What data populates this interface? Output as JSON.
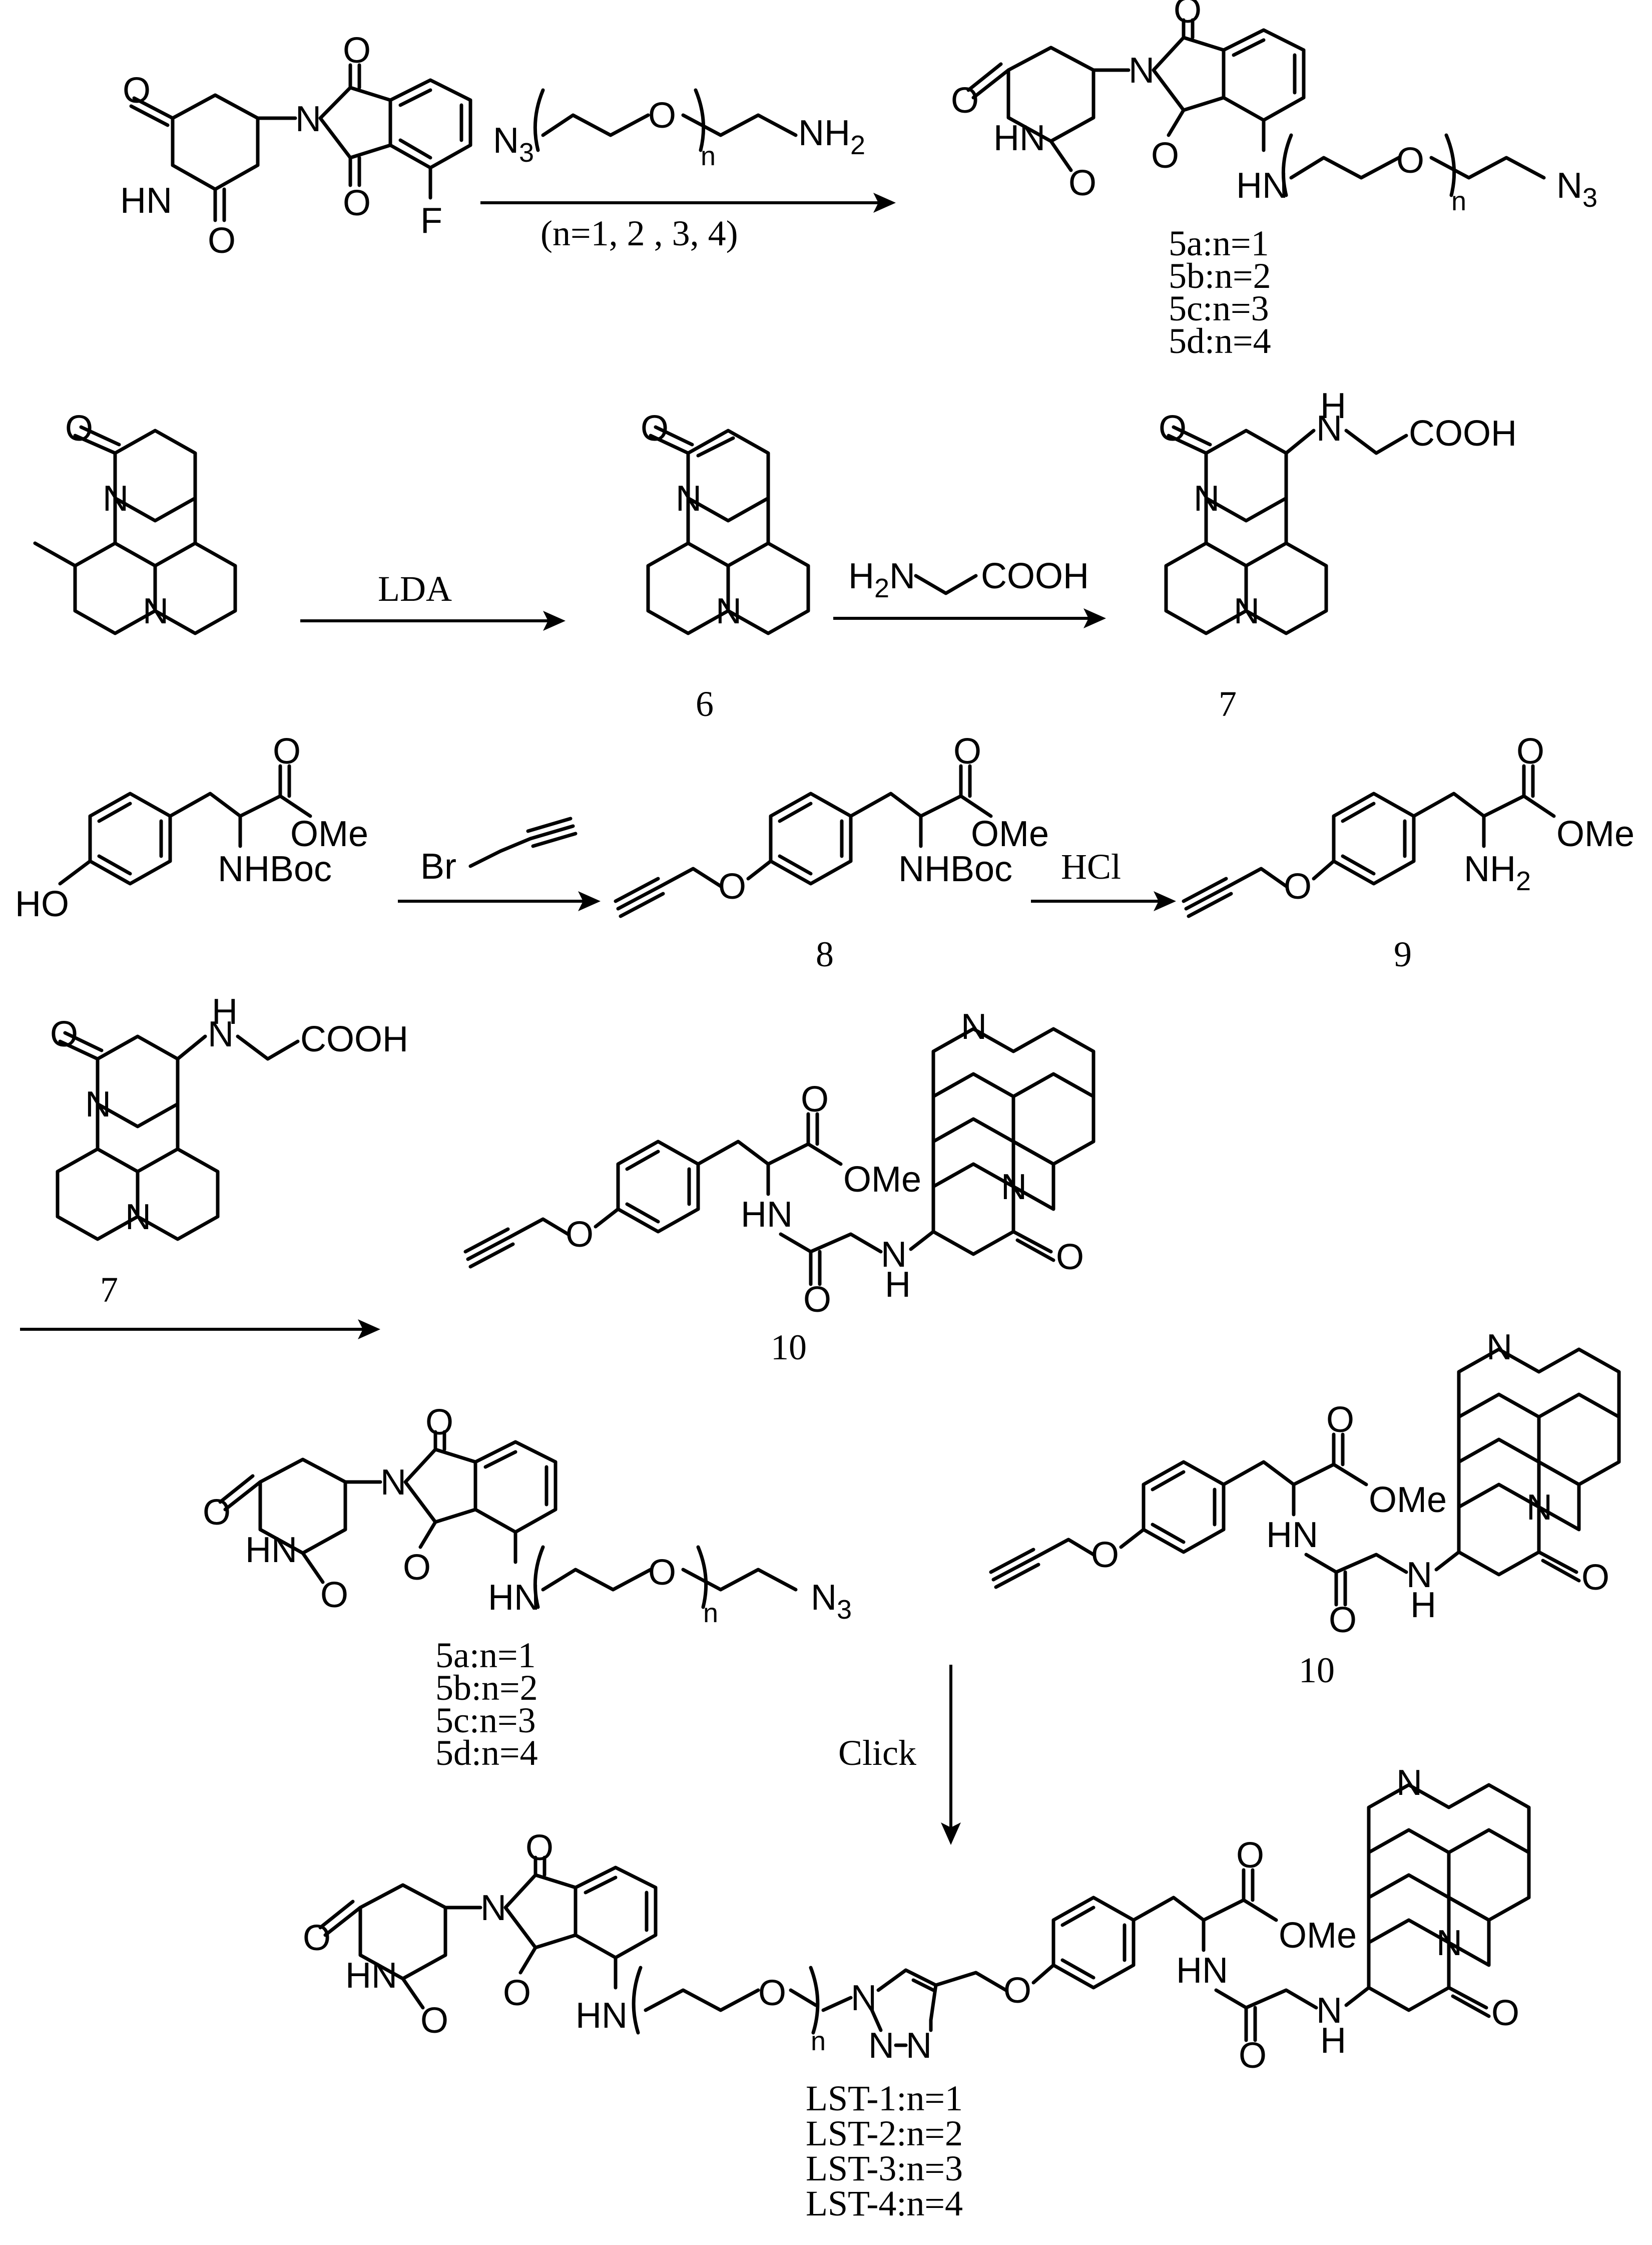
{
  "reactions": {
    "r1": {
      "reagent_formula": "N3–(CH2CH2O)n–CH2CH2–NH2",
      "conditions": "(n=1, 2 , 3, 4)"
    },
    "r2": {
      "reagent": "LDA"
    },
    "r3": {
      "reagent_formula": "H2N–CH2–COOH"
    },
    "r5": {
      "reagent": "HCl"
    },
    "r7": {
      "reagent": "Click"
    }
  },
  "compounds": {
    "c5": {
      "variants": [
        "5a:n=1",
        "5b:n=2",
        "5c:n=3",
        "5d:n=4"
      ]
    },
    "c6": {
      "label": "6"
    },
    "c7": {
      "label": "7"
    },
    "c8": {
      "label": "8"
    },
    "c9": {
      "label": "9"
    },
    "c10": {
      "label": "10"
    },
    "c7b": {
      "label": "7"
    },
    "c5b": {
      "variants": [
        "5a:n=1",
        "5b:n=2",
        "5c:n=3",
        "5d:n=4"
      ]
    },
    "c10b": {
      "label": "10"
    },
    "lst": {
      "variants": [
        "LST-1:n=1",
        "LST-2:n=2",
        "LST-3:n=3",
        "LST-4:n=4"
      ]
    }
  },
  "atoms": {
    "O": "O",
    "N": "N",
    "F": "F",
    "HN": "HN",
    "NH": "NH",
    "H": "H",
    "N3": "N",
    "N3_sub": "3",
    "NH2": "NH",
    "NH2_sub": "2",
    "H2N": "H",
    "H2N_sub": "2",
    "H2N_N": "N",
    "COOH": "COOH",
    "OMe": "OMe",
    "NHBoc": "NHBoc",
    "HO": "HO",
    "Br": "Br",
    "n": "n"
  }
}
